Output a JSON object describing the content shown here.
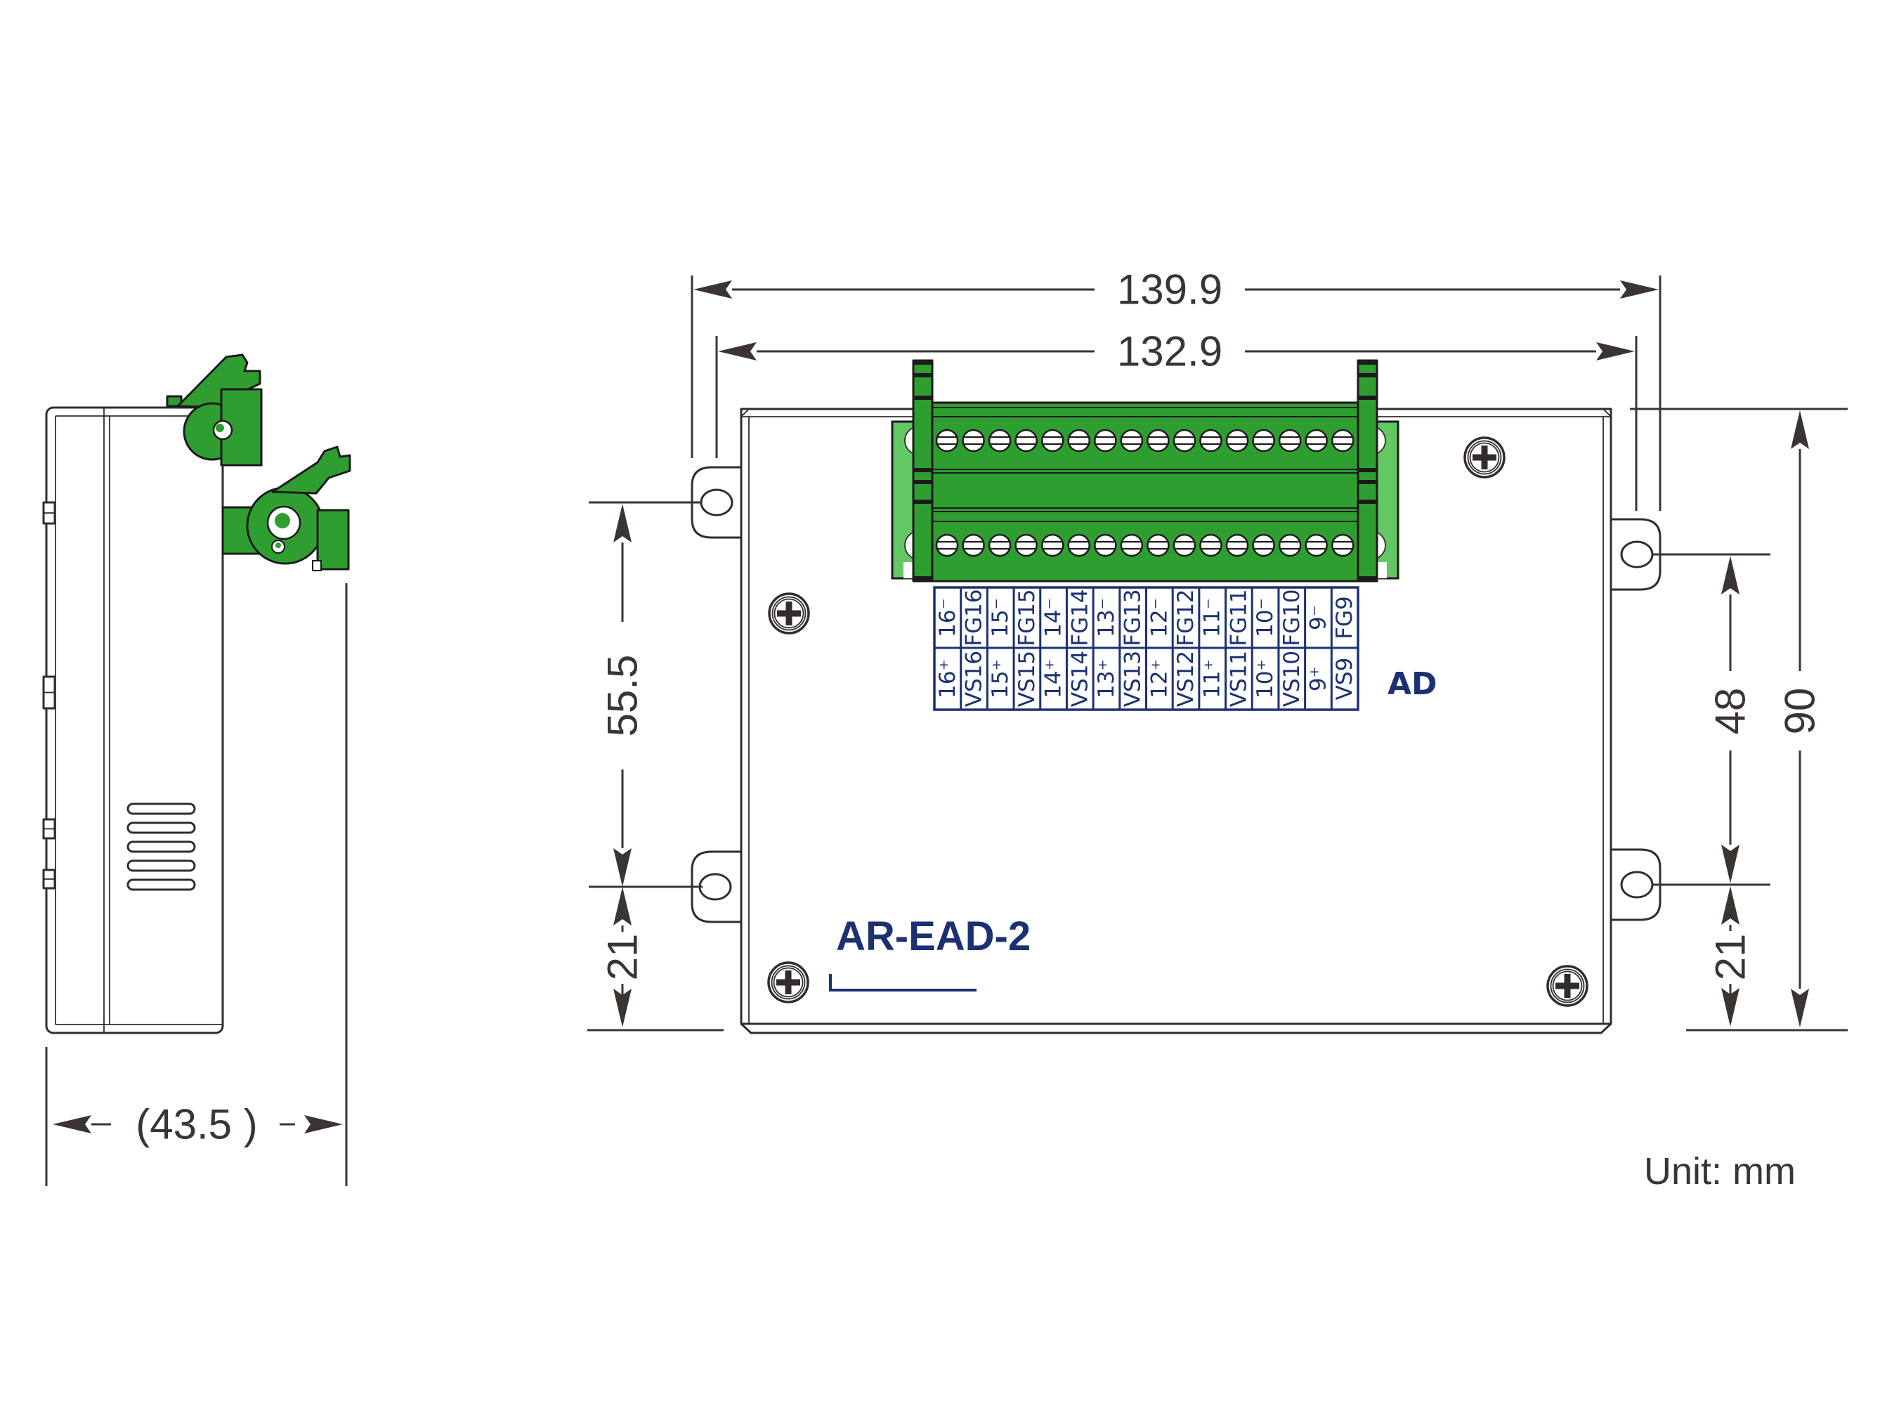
{
  "drawing": {
    "model_label": "AR-EAD-2",
    "unit_note": "Unit: mm",
    "connector_group_label": "AD"
  },
  "dimensions": {
    "overall_width": "139.9",
    "mount_hole_span": "132.9",
    "left_upper_hole_offset": "55.5",
    "left_lower_hole_offset": "21",
    "right_hole_span": "48",
    "overall_height": "90",
    "right_lower_hole_offset": "21",
    "side_depth": "(43.5 )"
  },
  "terminal_table": {
    "top_row": [
      "16⁻",
      "FG16",
      "15⁻",
      "FG15",
      "14⁻",
      "FG14",
      "13⁻",
      "FG13",
      "12⁻",
      "FG12",
      "11⁻",
      "FG11",
      "10⁻",
      "FG10",
      "9⁻",
      "FG9"
    ],
    "bottom_row": [
      "16⁺",
      "VS16",
      "15⁺",
      "VS15",
      "14⁺",
      "VS14",
      "13⁺",
      "VS13",
      "12⁺",
      "VS12",
      "11⁺",
      "VS11",
      "10⁺",
      "VS10",
      "9⁺",
      "VS9"
    ]
  },
  "colors": {
    "connector_green": "#2f9e31",
    "connector_light_green": "#63c763",
    "label_navy": "#1b3172",
    "object_line": "#322c2d",
    "dimension_line": "#3a3433"
  }
}
